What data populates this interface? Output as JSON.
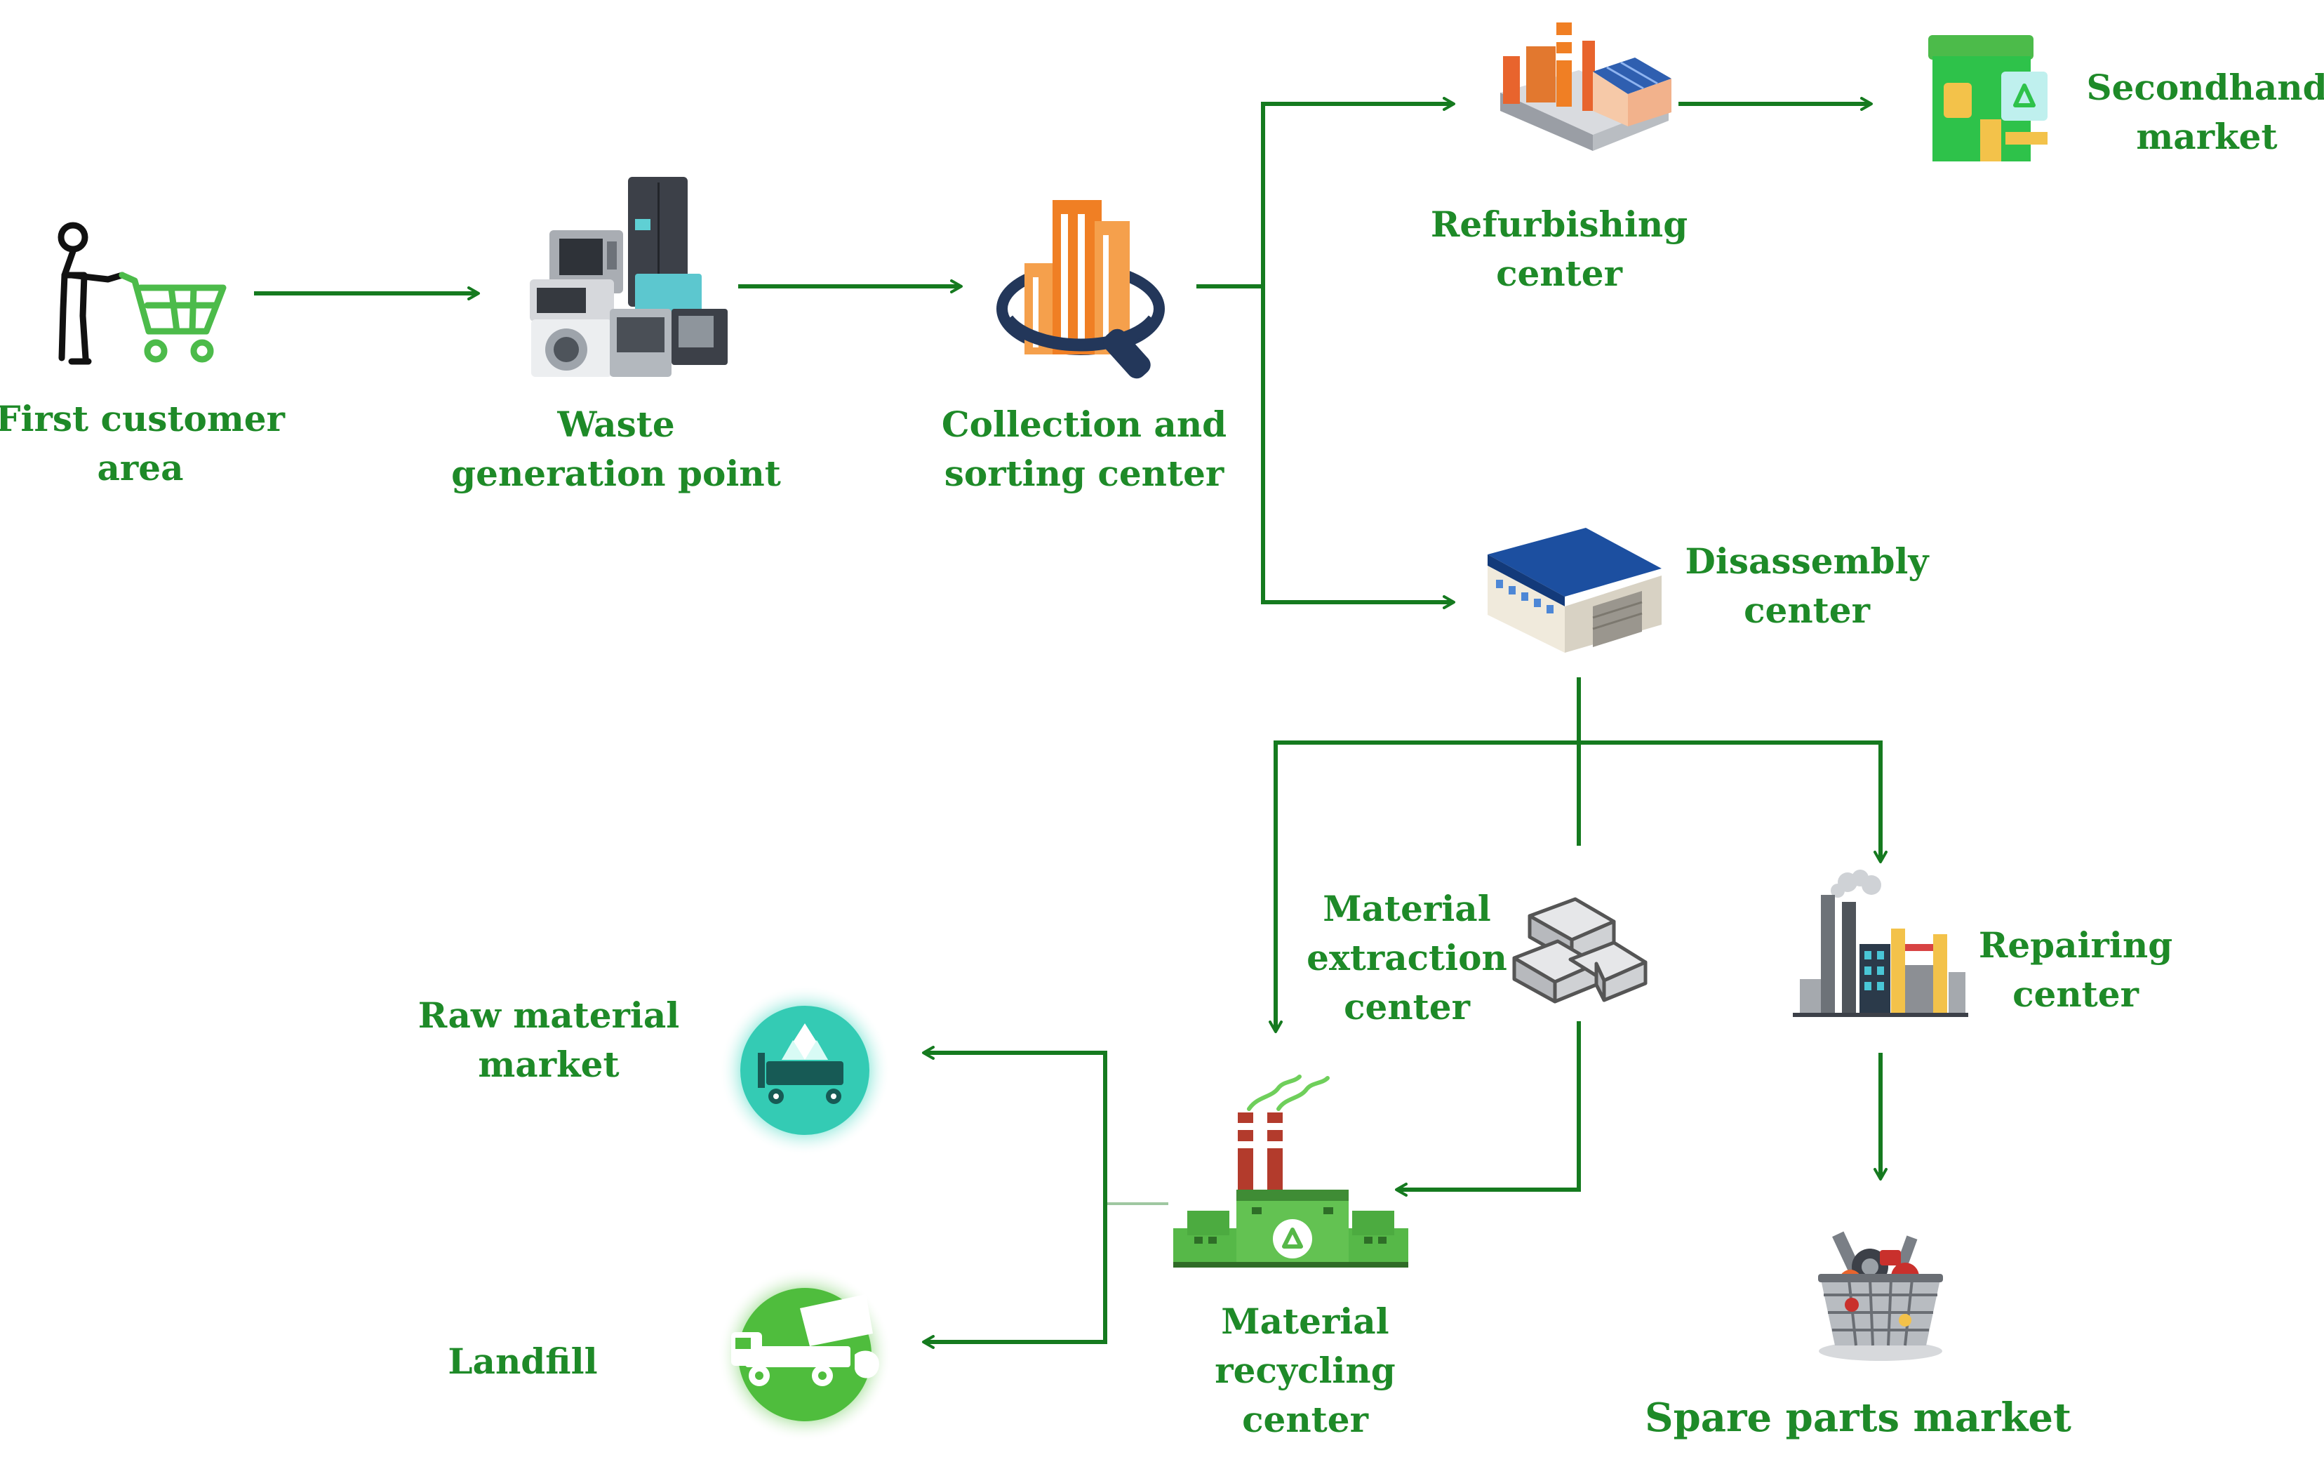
{
  "colors": {
    "label_green": "#1e8a28",
    "arrow_green": "#157a1f",
    "bright_green": "#4cbb4a",
    "orange": "#f07f24",
    "navy": "#23375a",
    "blue_roof": "#1c4fa0",
    "teal": "#3fd7c0",
    "gray": "#8c8f94",
    "red_orange": "#e8642d"
  },
  "nodes": {
    "first_customer": {
      "lines": [
        "First customer",
        "area"
      ],
      "icon": "person-cart-icon"
    },
    "waste_generation": {
      "lines": [
        "Waste",
        "generation point"
      ],
      "icon": "appliance-pile-icon"
    },
    "collection_sorting": {
      "lines": [
        "Collection and",
        "sorting center"
      ],
      "icon": "building-magnifier-icon"
    },
    "refurbishing": {
      "lines": [
        "Refurbishing",
        "center"
      ],
      "icon": "factory-icon"
    },
    "secondhand_market": {
      "lines": [
        "Secondhand",
        "market"
      ],
      "icon": "recycle-store-icon"
    },
    "disassembly": {
      "lines": [
        "Disassembly",
        "center"
      ],
      "icon": "warehouse-icon"
    },
    "material_extraction": {
      "lines": [
        "Material",
        "extraction",
        "center"
      ],
      "icon": "metal-ingots-icon"
    },
    "repairing": {
      "lines": [
        "Repairing",
        "center"
      ],
      "icon": "industrial-plant-icon"
    },
    "raw_material_market": {
      "lines": [
        "Raw material",
        "market"
      ],
      "icon": "material-cart-icon"
    },
    "material_recycling": {
      "lines": [
        "Material",
        "recycling",
        "center"
      ],
      "icon": "recycling-factory-icon"
    },
    "landfill": {
      "lines": [
        "Landfill"
      ],
      "icon": "dump-truck-icon"
    },
    "spare_parts_market": {
      "lines": [
        "Spare parts market"
      ],
      "icon": "parts-basket-icon"
    }
  }
}
